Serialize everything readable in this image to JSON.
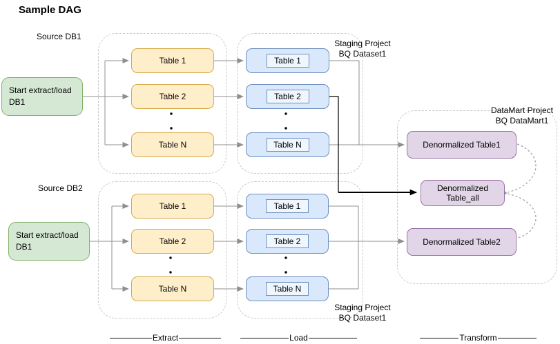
{
  "title": "Sample DAG",
  "sources": {
    "db1_label": "Source DB1",
    "db2_label": "Source DB2"
  },
  "start_nodes": {
    "db1": {
      "line1": "Start extract/load",
      "line2": "DB1"
    },
    "db2": {
      "line1": "Start extract/load",
      "line2": "DB1"
    }
  },
  "extract_group_top": {
    "tables": [
      "Table 1",
      "Table 2",
      "Table N"
    ]
  },
  "load_group_top": {
    "tables": [
      "Table 1",
      "Table 2",
      "Table N"
    ],
    "label_line1": "Staging Project",
    "label_line2": "BQ Dataset1"
  },
  "extract_group_bottom": {
    "tables": [
      "Table 1",
      "Table 2",
      "Table N"
    ]
  },
  "load_group_bottom": {
    "tables": [
      "Table 1",
      "Table 2",
      "Table N"
    ],
    "label_line1": "Staging Project",
    "label_line2": "BQ Dataset1"
  },
  "datamart_group": {
    "label_line1": "DataMart Project",
    "label_line2": "BQ DataMart1",
    "table1": "Denormalized Table1",
    "table_all_line1": "Denormalized",
    "table_all_line2": "Table_all",
    "table2": "Denormalized Table2"
  },
  "stage_labels": {
    "extract": "Extract",
    "load": "Load",
    "transform": "Transform"
  },
  "colors": {
    "start_fill": "#d5e8d4",
    "start_stroke": "#82b366",
    "extract_fill": "#ffeeca",
    "extract_stroke": "#d6a947",
    "load_fill": "#dae8fc",
    "load_stroke": "#6c8ebf",
    "datamart_fill": "#e1d5e7",
    "datamart_stroke": "#9673a6",
    "connector": "#8f8f8f",
    "connector_emphasis": "#000000",
    "group_border": "#c9c9c9"
  }
}
